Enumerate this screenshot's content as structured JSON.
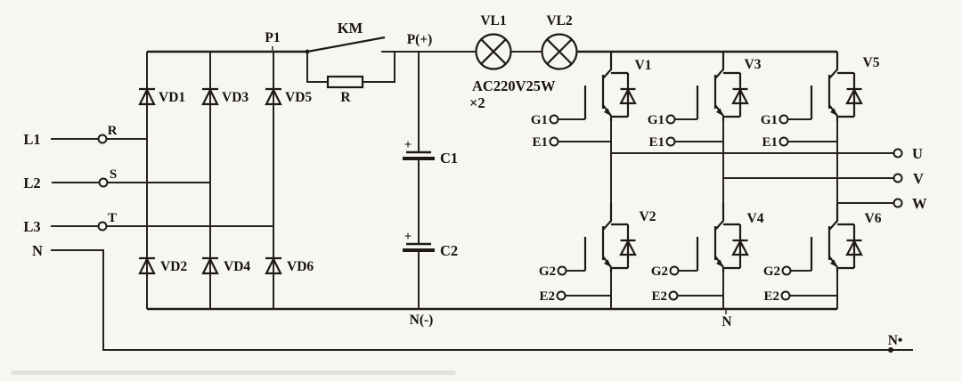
{
  "colors": {
    "paper": "#f7f6f1",
    "ink": "#1d1a15"
  },
  "supply": {
    "lines": [
      {
        "label": "L1",
        "terminal": "R"
      },
      {
        "label": "L2",
        "terminal": "S"
      },
      {
        "label": "L3",
        "terminal": "T"
      }
    ],
    "neutral_label": "N"
  },
  "rectifier": {
    "diodes_top": [
      "VD1",
      "VD3",
      "VD5"
    ],
    "diodes_bottom": [
      "VD2",
      "VD4",
      "VD6"
    ]
  },
  "dc_bus": {
    "p1": "P1",
    "p_plus": "P(+)",
    "n_minus": "N(-)",
    "n_node": "N",
    "n_terminal": "N•"
  },
  "precharge": {
    "contactor": "KM",
    "resistor": "R"
  },
  "indicator": {
    "lamps": [
      "VL1",
      "VL2"
    ],
    "rating": "AC220V25W",
    "quantity": "×2"
  },
  "filter": {
    "capacitors": [
      {
        "label": "C1",
        "polarity": "+"
      },
      {
        "label": "C2",
        "polarity": "+"
      }
    ]
  },
  "inverter": {
    "top_row": [
      {
        "label": "V1",
        "gate": "G1",
        "emitter": "E1"
      },
      {
        "label": "V3",
        "gate": "G1",
        "emitter": "E1"
      },
      {
        "label": "V5",
        "gate": "G1",
        "emitter": "E1"
      }
    ],
    "bottom_row": [
      {
        "label": "V2",
        "gate": "G2",
        "emitter": "E2"
      },
      {
        "label": "V4",
        "gate": "G2",
        "emitter": "E2"
      },
      {
        "label": "V6",
        "gate": "G2",
        "emitter": "E2"
      }
    ]
  },
  "outputs": {
    "phases": [
      "U",
      "V",
      "W"
    ]
  }
}
